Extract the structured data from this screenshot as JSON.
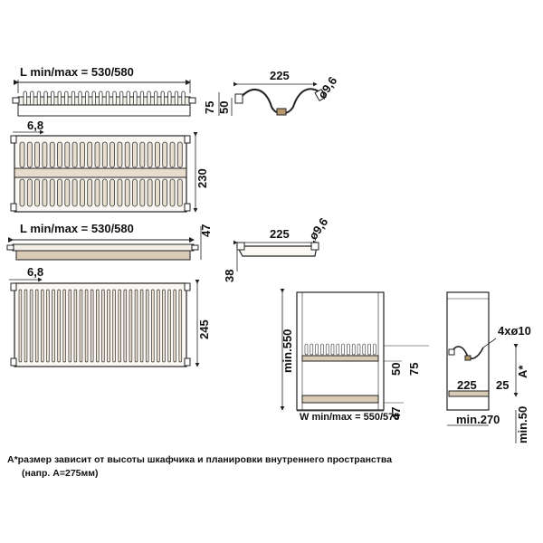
{
  "labels": {
    "length_top": "L min/max = 530/580",
    "length_bottom": "L min/max = 530/580",
    "width": "W min/max = 550/575",
    "min_height": "min.550",
    "min_depth": "min.270",
    "min_gap": "min.50"
  },
  "dims": {
    "d225_top": "225",
    "d225_mid": "225",
    "d225_right": "225",
    "dia_top": "ø9,6",
    "dia_mid": "ø9,6",
    "holes": "4xø10",
    "d75_top": "75",
    "d50_top": "50",
    "d6_8_top": "6,8",
    "d230": "230",
    "d47_top": "47",
    "d38": "38",
    "d6_8_bot": "6,8",
    "d245": "245",
    "d50_cab": "50",
    "d75_cab": "75",
    "d47_cab": "47",
    "d25": "25",
    "a_star": "A*"
  },
  "note": {
    "line1": "A*размер зависит от высоты шкафчика и планировки внутреннего пространства",
    "line2": "(напр. A=275мм)"
  },
  "colors": {
    "line": "#222222",
    "tray_fill": "#d9cbb6",
    "wire": "#333333",
    "accent": "#b89a6c"
  }
}
